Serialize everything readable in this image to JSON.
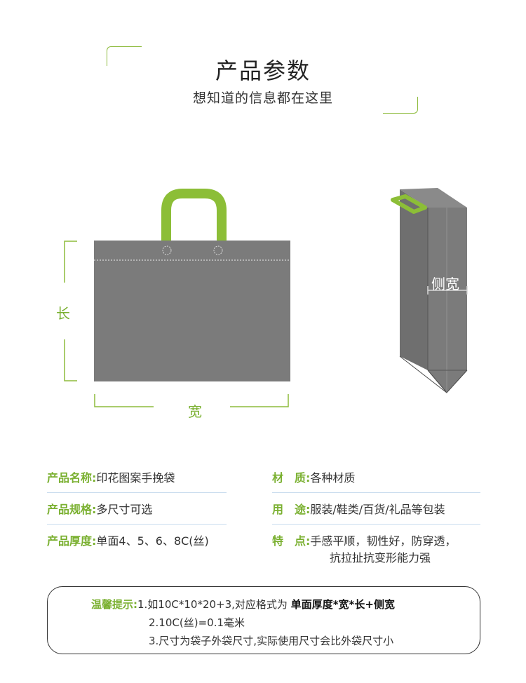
{
  "header": {
    "title": "产品参数",
    "subtitle": "想知道的信息都在这里"
  },
  "figure": {
    "length_label": "长",
    "width_label": "宽",
    "side_label": "侧宽",
    "colors": {
      "bag": "#7b7b7b",
      "handle": "#8cbe37",
      "accent": "#7ab030"
    }
  },
  "specs": [
    {
      "key": "产品名称:",
      "value": "印花图案手挽袋"
    },
    {
      "key": "材　质:",
      "value": "各种材质"
    },
    {
      "key": "产品规格:",
      "value": "多尺寸可选"
    },
    {
      "key": "用　途:",
      "value": "服装/鞋类/百货/礼品等包装"
    },
    {
      "key": "产品厚度:",
      "value": "单面4、5、6、8C(丝)"
    },
    {
      "key": "特　点:",
      "value": "手感平顺，韧性好，防穿透，",
      "value2": "抗拉扯抗变形能力强"
    }
  ],
  "tips": {
    "label": "温馨提示:",
    "line1_prefix": "1.如10C*10*20+3,对应格式为 ",
    "line1_strong": "单面厚度*宽*长+侧宽",
    "line2": "2.10C(丝)=0.1毫米",
    "line3": "3.尺寸为袋子外袋尺寸,实际使用尺寸会比外袋尺寸小"
  }
}
